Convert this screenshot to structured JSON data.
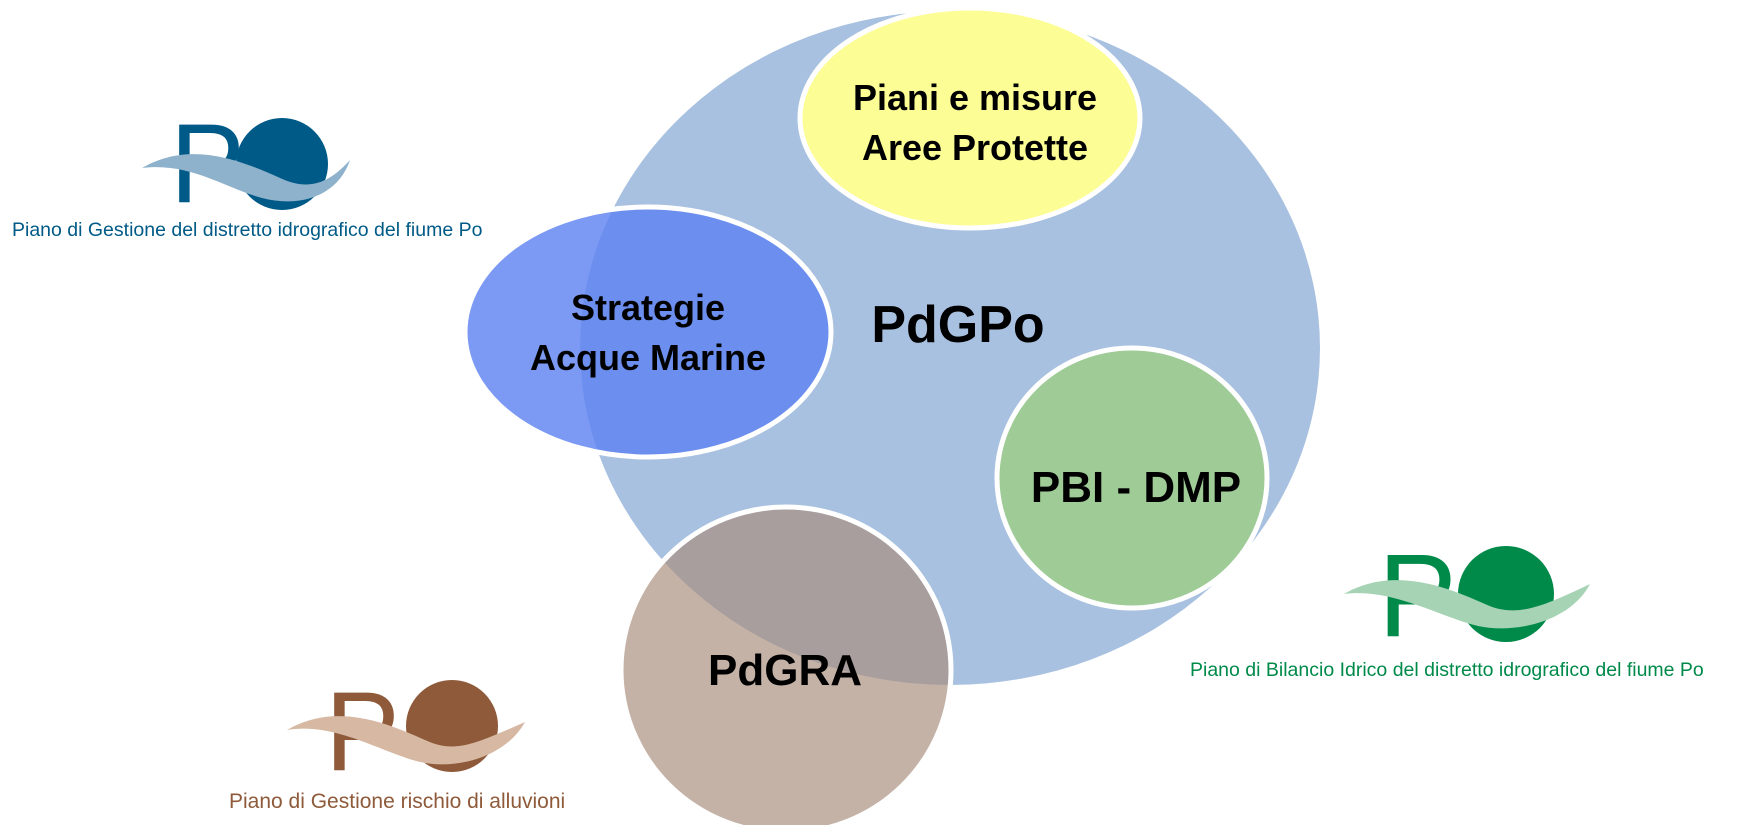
{
  "diagram": {
    "main_label": "PdGPo",
    "circles": [
      {
        "id": "aree-protette",
        "lines": [
          "Piani e misure",
          "Aree Protette"
        ],
        "color": "#fdfd96"
      },
      {
        "id": "strategie",
        "lines": [
          "Strategie",
          "Acque Marine"
        ],
        "color": "#6b8df5"
      },
      {
        "id": "pbi-dmp",
        "lines": [
          "PBI - DMP"
        ],
        "color": "#9ecb96"
      },
      {
        "id": "pdgra",
        "lines": [
          "PdGRA"
        ],
        "color": "#b9a393"
      }
    ],
    "main_color": "#a8c1e0"
  },
  "logos": [
    {
      "id": "pdgpo",
      "mark": "Po",
      "caption": "Piano di Gestione del distretto idrografico del fiume Po",
      "color": "#005a87",
      "wave": "#8fb2cc"
    },
    {
      "id": "pdgra",
      "mark": "Po",
      "caption": "Piano di Gestione rischio di alluvioni",
      "color": "#8e5a3a",
      "wave": "#d6b8a3"
    },
    {
      "id": "pbi",
      "mark": "Po",
      "caption": "Piano di Bilancio Idrico del distretto idrografico del fiume Po",
      "color": "#008a4a",
      "wave": "#a5d3b3"
    }
  ]
}
